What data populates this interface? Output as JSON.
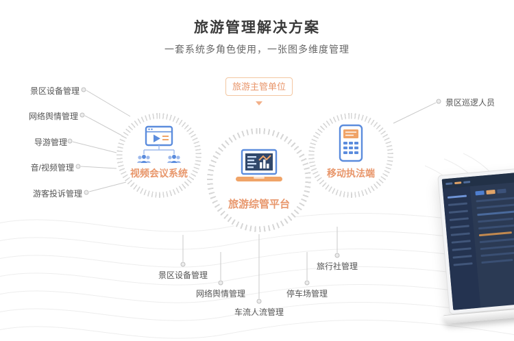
{
  "header": {
    "title": "旅游管理解决方案",
    "subtitle": "一套系统多角色使用，一张图多维度管理"
  },
  "authority": {
    "label": "旅游主管单位"
  },
  "circles": {
    "video": {
      "label": "视频会议系统"
    },
    "platform": {
      "label": "旅游综管平台"
    },
    "mobile": {
      "label": "移动执法端"
    }
  },
  "left_labels": [
    "景区设备管理",
    "网络舆情管理",
    "导游管理",
    "音/视频管理",
    "游客投诉管理"
  ],
  "right_labels": [
    "景区巡逻人员"
  ],
  "bottom_labels": [
    "景区设备管理",
    "网络舆情管理",
    "车流人流管理",
    "停车场管理",
    "旅行社管理"
  ],
  "icons": {
    "video": "video-conference-icon",
    "platform": "management-platform-laptop-icon",
    "mobile": "mobile-enforcement-device-icon"
  },
  "colors": {
    "accent_orange": "#E8956A",
    "accent_blue": "#5B8CDD",
    "line_gray": "#C9C9C9",
    "screen_navy": "#2B3A54"
  }
}
